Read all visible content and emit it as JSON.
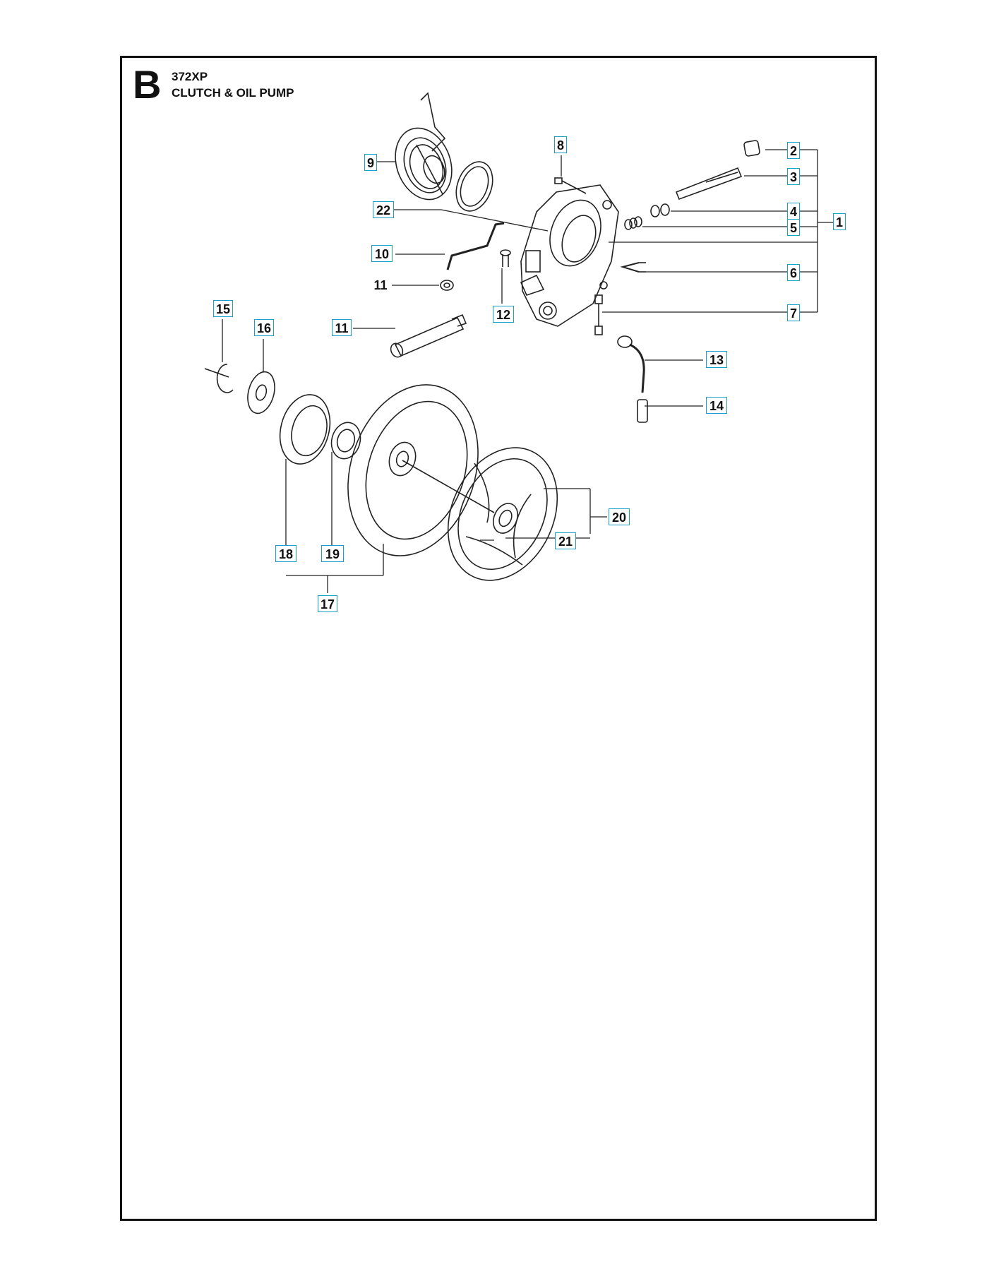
{
  "header": {
    "section_letter": "B",
    "model": "372XP",
    "title": "CLUTCH & OIL PUMP"
  },
  "callouts": {
    "c1": "1",
    "c2": "2",
    "c3": "3",
    "c4": "4",
    "c5": "5",
    "c6": "6",
    "c7": "7",
    "c8": "8",
    "c9": "9",
    "c10": "10",
    "c11a": "11",
    "c11b": "11",
    "c12": "12",
    "c13": "13",
    "c14": "14",
    "c15": "15",
    "c16": "16",
    "c17": "17",
    "c18": "18",
    "c19": "19",
    "c20": "20",
    "c21": "21",
    "c22": "22"
  },
  "colors": {
    "callout_box": "#1aa0c8",
    "line": "#111111"
  }
}
